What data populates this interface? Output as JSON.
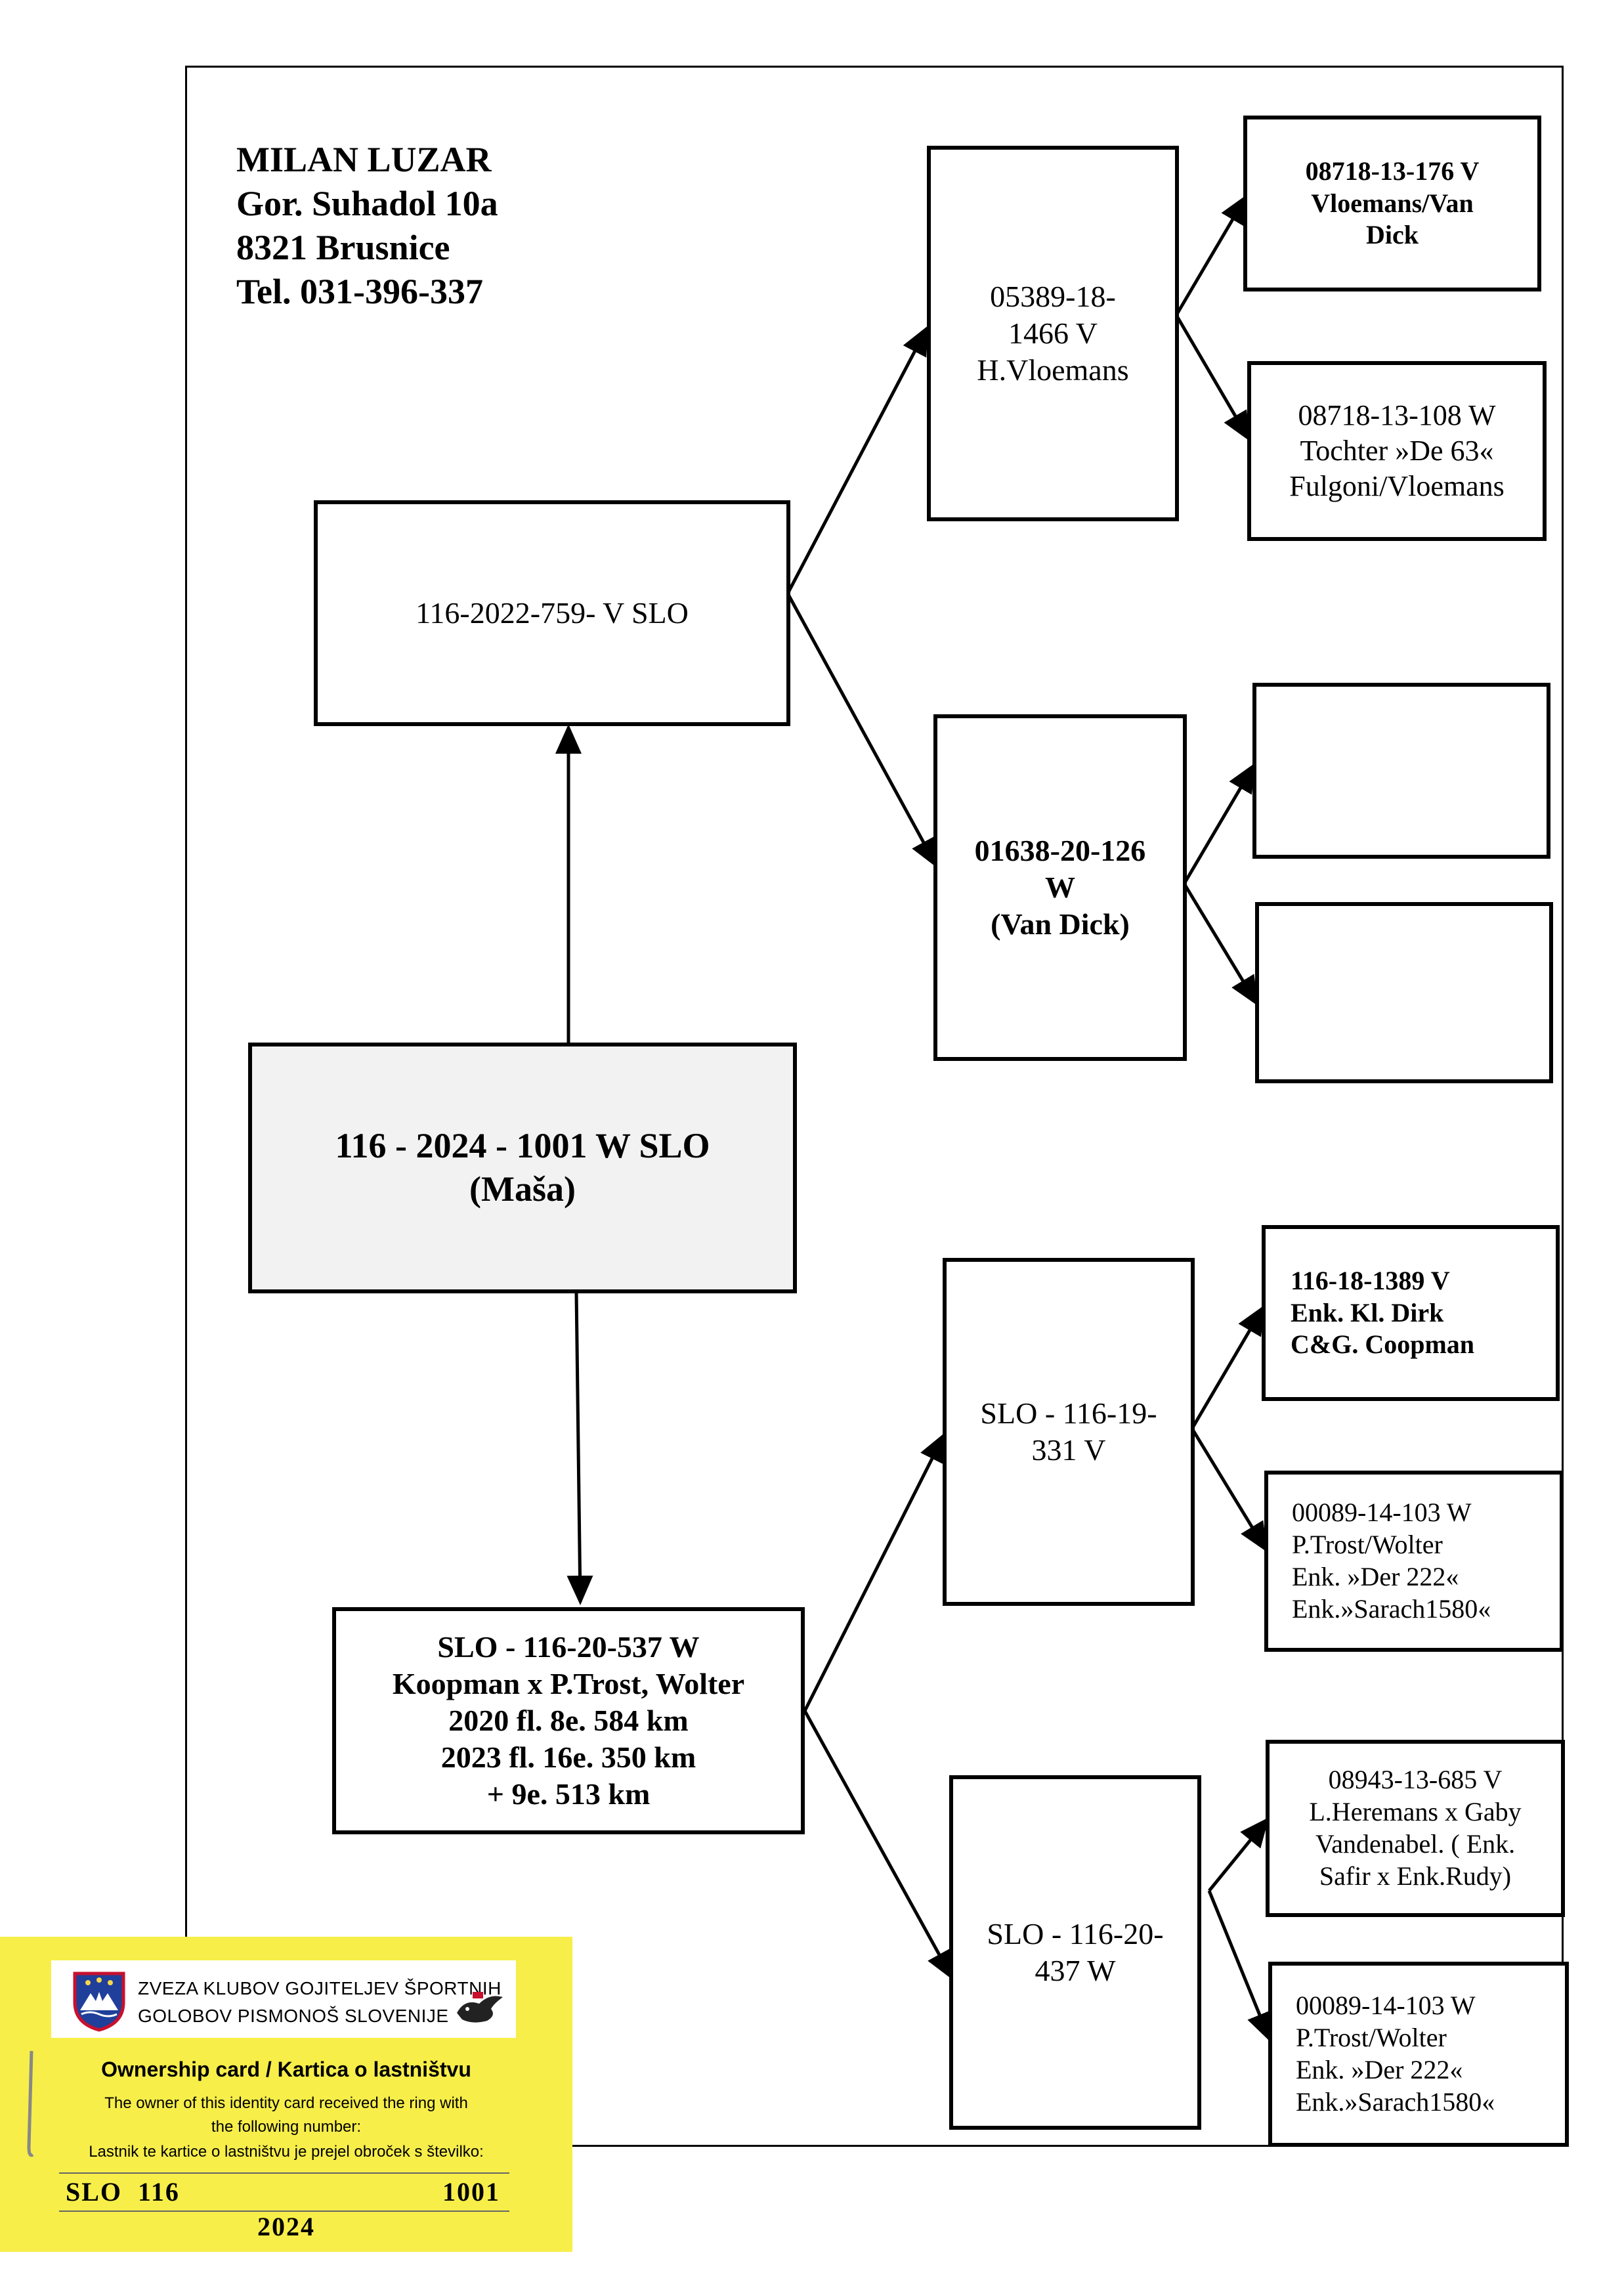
{
  "owner": {
    "name": "MILAN LUZAR",
    "street": "Gor. Suhadol 10a",
    "city": "8321 Brusnice",
    "phone": "Tel. 031-396-337"
  },
  "pedigree": {
    "subject": {
      "ring": "116 - 2024 - 1001 W SLO",
      "name": "(Maša)"
    },
    "sire": {
      "ring": "116-2022-759- V SLO"
    },
    "sire_sire": {
      "line1": "05389-18-",
      "line2": "1466 V",
      "line3": "H.Vloemans"
    },
    "sire_dam": {
      "line1": "01638-20-126",
      "line2": "W",
      "line3": "(Van Dick)"
    },
    "ss_sire": {
      "line1": "08718-13-176 V",
      "line2": "Vloemans/Van",
      "line3": "Dick"
    },
    "ss_dam": {
      "line1": "08718-13-108 W",
      "line2": "Tochter »De 63«",
      "line3": "Fulgoni/Vloemans"
    },
    "sd_sire": {
      "text": ""
    },
    "sd_dam": {
      "text": ""
    },
    "dam": {
      "line1": "SLO - 116-20-537 W",
      "line2": "Koopman x P.Trost, Wolter",
      "line3": "2020 fl. 8e. 584 km",
      "line4": "2023 fl. 16e. 350 km",
      "line5": "+ 9e. 513 km"
    },
    "dam_sire": {
      "line1": "SLO - 116-19-",
      "line2": "331 V"
    },
    "dam_dam": {
      "line1": "SLO - 116-20-",
      "line2": "437 W"
    },
    "ds_sire": {
      "line1": "116-18-1389 V",
      "line2": "Enk. Kl. Dirk",
      "line3": "C&G. Coopman"
    },
    "ds_dam": {
      "line1": "00089-14-103 W",
      "line2": "P.Trost/Wolter",
      "line3": "Enk. »Der 222«",
      "line4": "Enk.»Sarach1580«"
    },
    "dd_sire": {
      "line1": "08943-13-685 V",
      "line2": "L.Heremans x Gaby",
      "line3": "Vandenabel. ( Enk.",
      "line4": "Safir x Enk.Rudy)"
    },
    "dd_dam": {
      "line1": "00089-14-103 W",
      "line2": "P.Trost/Wolter",
      "line3": "Enk. »Der 222«",
      "line4": "Enk.»Sarach1580«"
    }
  },
  "card": {
    "club_line1": "ZVEZA KLUBOV GOJITELJEV ŠPORTNIH",
    "club_line2": "GOLOBOV PISMONOŠ SLOVENIJE",
    "title": "Ownership card / Kartica o lastništvu",
    "en_line1": "The owner of this identity card received the ring with",
    "en_line2": "the following number:",
    "sl_line": "Lastnik te kartice o lastništvu je prejel obroček s številko:",
    "ring_prefix": "SLO  116",
    "ring_number": "1001",
    "ring_year": "2024",
    "background_color": "#f7ee4a",
    "icons": [
      "slovenia-crest-icon",
      "pigeon-logo-icon"
    ]
  }
}
